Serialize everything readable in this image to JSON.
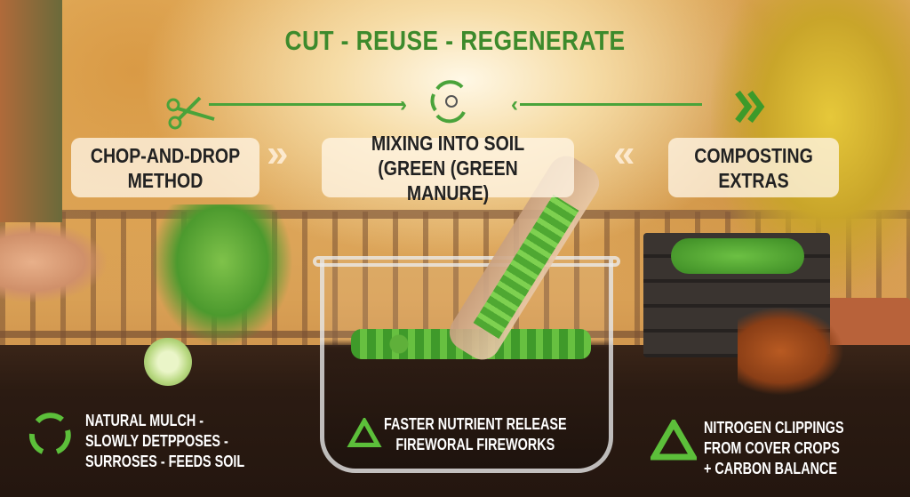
{
  "title": "CUT - REUSE - REGENERATE",
  "steps": [
    {
      "line1": "CHOP-AND-DROP",
      "line2": "METHOD",
      "icon": "scissors-icon"
    },
    {
      "line1": "MIXING INTO SOIL",
      "line2": "(GREEN (GREEN MANURE)",
      "icon": "recycle-microbe-icon"
    },
    {
      "line1": "COMPOSTING",
      "line2": "EXTRAS",
      "icon": "double-chevron-icon"
    }
  ],
  "captions": [
    {
      "lines": [
        "NATURAL MULCH -",
        "SLOWLY DETPPOSES -",
        "SURROSES - FEEDS SOIL"
      ]
    },
    {
      "lines": [
        "FASTER NUTRIENT RELEASE",
        "FIREWORAL FIREWORKS"
      ]
    },
    {
      "lines": [
        "NITROGEN CLIPPINGS",
        "FROM COVER CROPS",
        "+ CARBON BALANCE"
      ]
    }
  ],
  "colors": {
    "accent": "#3d8a2c",
    "arrow": "#4aa33a",
    "soil": "#2a1a12"
  }
}
